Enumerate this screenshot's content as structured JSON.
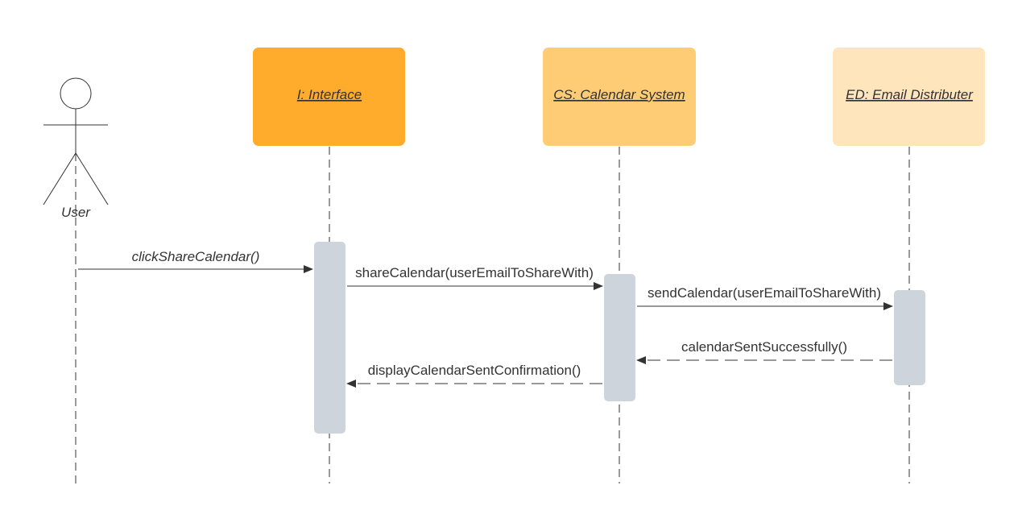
{
  "actor": {
    "label": "User"
  },
  "participants": [
    {
      "id": "interface",
      "label": "I: Interface",
      "color": "#FFAC2C"
    },
    {
      "id": "calendar",
      "label": "CS: Calendar System",
      "color": "#FFCC76"
    },
    {
      "id": "email",
      "label": "ED: Email Distributer",
      "color": "#FFE5BC"
    }
  ],
  "messages": [
    {
      "label": "clickShareCalendar()",
      "from": "User",
      "to": "I: Interface",
      "kind": "call"
    },
    {
      "label": "shareCalendar(userEmailToShareWith)",
      "from": "I: Interface",
      "to": "CS: Calendar System",
      "kind": "call"
    },
    {
      "label": "sendCalendar(userEmailToShareWith)",
      "from": "CS: Calendar System",
      "to": "ED: Email Distributer",
      "kind": "call"
    },
    {
      "label": "calendarSentSuccessfully()",
      "from": "ED: Email Distributer",
      "to": "CS: Calendar System",
      "kind": "return"
    },
    {
      "label": "displayCalendarSentConfirmation()",
      "from": "CS: Calendar System",
      "to": "I: Interface",
      "kind": "return"
    }
  ],
  "colors": {
    "activation": "#CED4DB",
    "line": "#333333"
  }
}
